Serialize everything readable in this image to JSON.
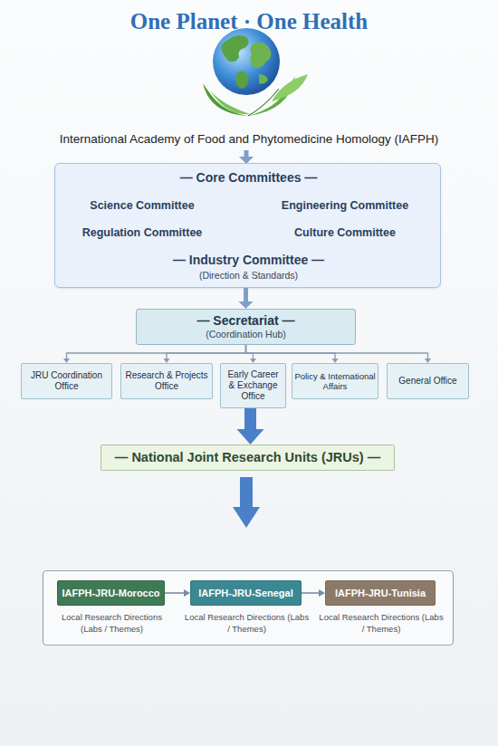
{
  "diagram": {
    "title": "One Planet · One Health",
    "nodes": [
      {
        "text": [
          "— Core Committees —",
          "Science Committee",
          "Engineering Committee",
          "Regulation Committee",
          "Culture Committee",
          "— Industry Committee —",
          "(Direction & Standards)"
        ]
      },
      {
        "text": [
          "— Secretariat —",
          "(Coordination Hub)"
        ]
      },
      {
        "text": [
          "JRU Coordination Office"
        ]
      },
      {
        "text": [
          "Research & Projects Office"
        ]
      },
      {
        "text": [
          "Early Career & Exchange Office"
        ]
      },
      {
        "text": [
          "Policy & International Affairs"
        ]
      },
      {
        "text": [
          "General Office"
        ]
      },
      {
        "text": [
          "— National Joint Research Units (JRUs) —"
        ]
      },
      {
        "text": [
          "IAFPH-JRU-Morocco",
          "Local Research Directions (Labs / Themes)"
        ]
      },
      {
        "text": [
          "IAFPH-JRU-Senegal",
          "Local Research Directions (Labs / Themes)"
        ]
      },
      {
        "text": [
          "IAFPH-JRU-Tunisia",
          "Local Research Directions (Labs / Themes)"
        ]
      }
    ],
    "edges": [
      {
        "from": 0,
        "to": 1,
        "arrow": "to"
      },
      {
        "from": 1,
        "to": 2,
        "arrow": "to"
      },
      {
        "from": 1,
        "to": 3,
        "arrow": "to"
      },
      {
        "from": 1,
        "to": 4,
        "arrow": "to"
      },
      {
        "from": 1,
        "to": 5,
        "arrow": "to"
      },
      {
        "from": 1,
        "to": 6,
        "arrow": "to"
      },
      {
        "from": 4,
        "to": 7,
        "arrow": "to"
      },
      {
        "from": 8,
        "to": 9,
        "arrow": "to"
      },
      {
        "from": 9,
        "to": 10,
        "arrow": "to"
      }
    ],
    "labels": [
      "International Academy of Food and Phytomedicine Homology (IAFPH)"
    ]
  }
}
